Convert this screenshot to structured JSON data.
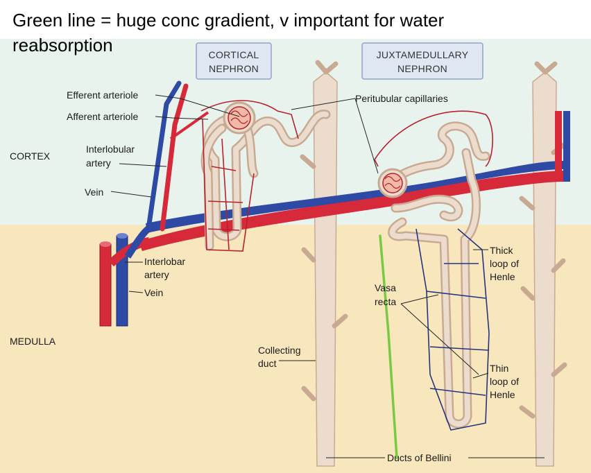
{
  "note": {
    "line1": "Green line = huge conc gradient, v important for water",
    "line2": "reabsorption"
  },
  "headers": {
    "cortical_1": "CORTICAL",
    "cortical_2": "NEPHRON",
    "juxta_1": "JUXTAMEDULLARY",
    "juxta_2": "NEPHRON"
  },
  "zones": {
    "cortex": "CORTEX",
    "medulla": "MEDULLA"
  },
  "labels": {
    "efferent_arteriole": "Efferent arteriole",
    "afferent_arteriole": "Afferent arteriole",
    "interlobular_artery_1": "Interlobular",
    "interlobular_artery_2": "artery",
    "vein_upper": "Vein",
    "interlobar_artery_1": "Interlobar",
    "interlobar_artery_2": "artery",
    "vein_lower": "Vein",
    "peritubular_capillaries": "Peritubular capillaries",
    "thick_loop_1": "Thick",
    "thick_loop_2": "loop of",
    "thick_loop_3": "Henle",
    "vasa_recta_1": "Vasa",
    "vasa_recta_2": "recta",
    "collecting_duct_1": "Collecting",
    "collecting_duct_2": "duct",
    "thin_loop_1": "Thin",
    "thin_loop_2": "loop of",
    "thin_loop_3": "Henle",
    "ducts_of_bellini": "Ducts of Bellini"
  },
  "colors": {
    "cortex_bg": "#e9f3ee",
    "medulla_bg": "#f8e6bd",
    "artery": "#d62a3a",
    "vein": "#2f4aa4",
    "tubule": "#ecdccd",
    "capillary": "#b8202c",
    "vasa_recta": "#23347f",
    "green_line": "#7ac943"
  }
}
